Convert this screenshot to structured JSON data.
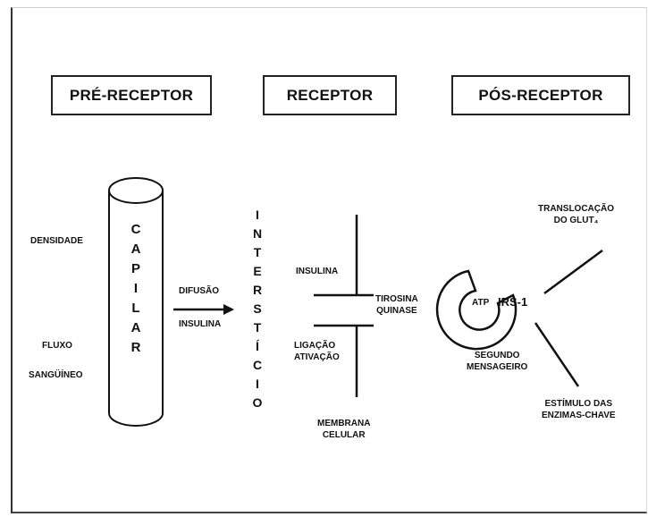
{
  "headers": {
    "pre": "PRÉ-RECEPTOR",
    "receptor": "RECEPTOR",
    "pos": "PÓS-RECEPTOR"
  },
  "pre_receptor": {
    "densidade": "DENSIDADE",
    "fluxo": "FLUXO",
    "sanguineo": "SANGÜÍNEO",
    "capilar": [
      "C",
      "A",
      "P",
      "I",
      "L",
      "A",
      "R"
    ],
    "difusao": "DIFUSÃO",
    "insulina": "INSULINA"
  },
  "interstitio": [
    "I",
    "N",
    "T",
    "E",
    "R",
    "S",
    "T",
    "Í",
    "C",
    "I",
    "O"
  ],
  "receptor": {
    "insulina": "INSULINA",
    "tirosina": "TIROSINA",
    "quinase": "QUINASE",
    "ligacao": "LIGAÇÃO",
    "ativacao": "ATIVAÇÃO",
    "membrana": "MEMBRANA",
    "celular": "CELULAR"
  },
  "pos_receptor": {
    "atp": "ATP",
    "irs": "IRS-1",
    "segundo": "SEGUNDO",
    "mensageiro": "MENSAGEIRO",
    "translocacao": "TRANSLOCAÇÃO",
    "glut": "DO GLUT₄",
    "estimulo": "ESTÍMULO DAS",
    "enzimas": "ENZIMAS-CHAVE"
  }
}
